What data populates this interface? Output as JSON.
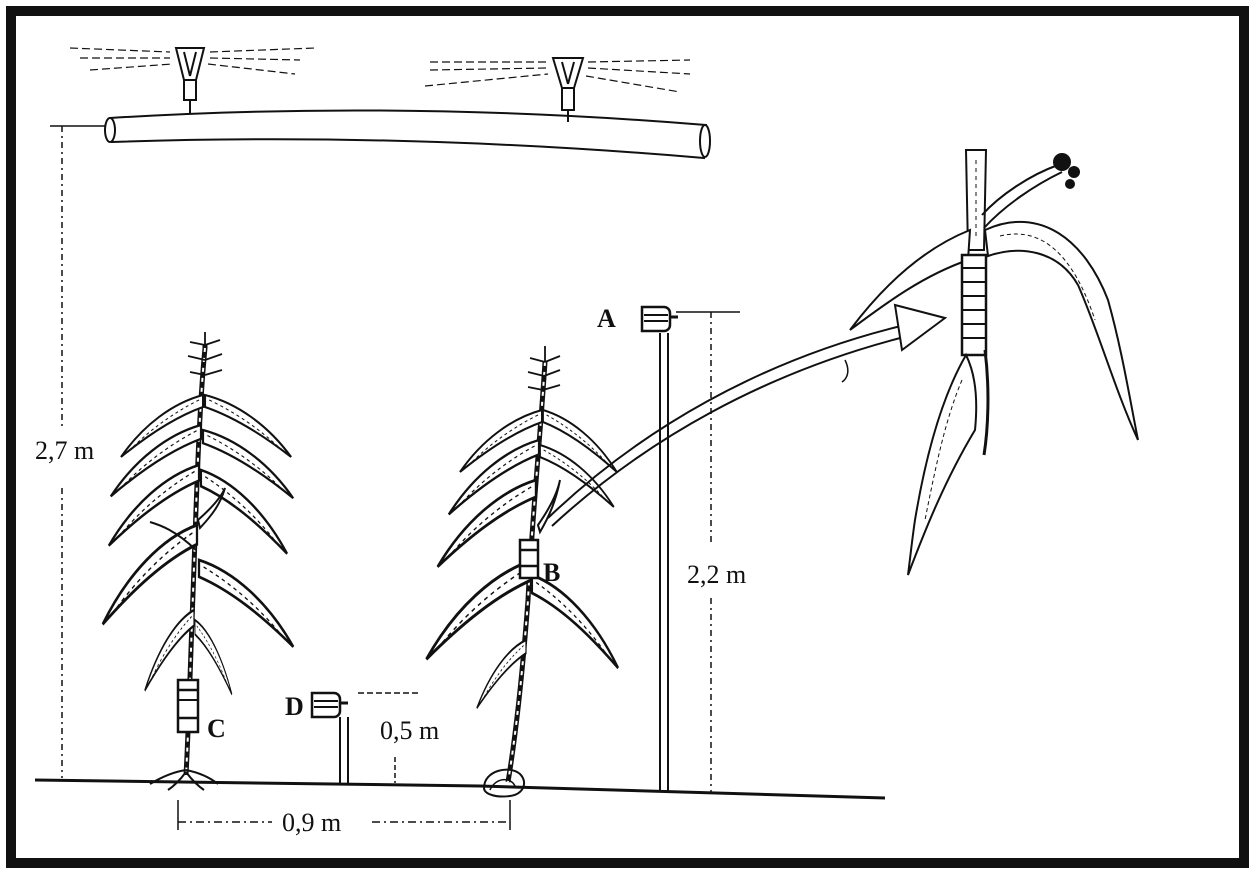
{
  "labels": {
    "A": "A",
    "B": "B",
    "C": "C",
    "D": "D"
  },
  "dimensions": {
    "nozzle_height": "2,7 m",
    "gauge_a_height": "2,2 m",
    "gauge_d_height": "0,5 m",
    "row_spacing": "0,9 m"
  },
  "colors": {
    "ink": "#111111",
    "frame": "#111111",
    "background": "#ffffff"
  }
}
